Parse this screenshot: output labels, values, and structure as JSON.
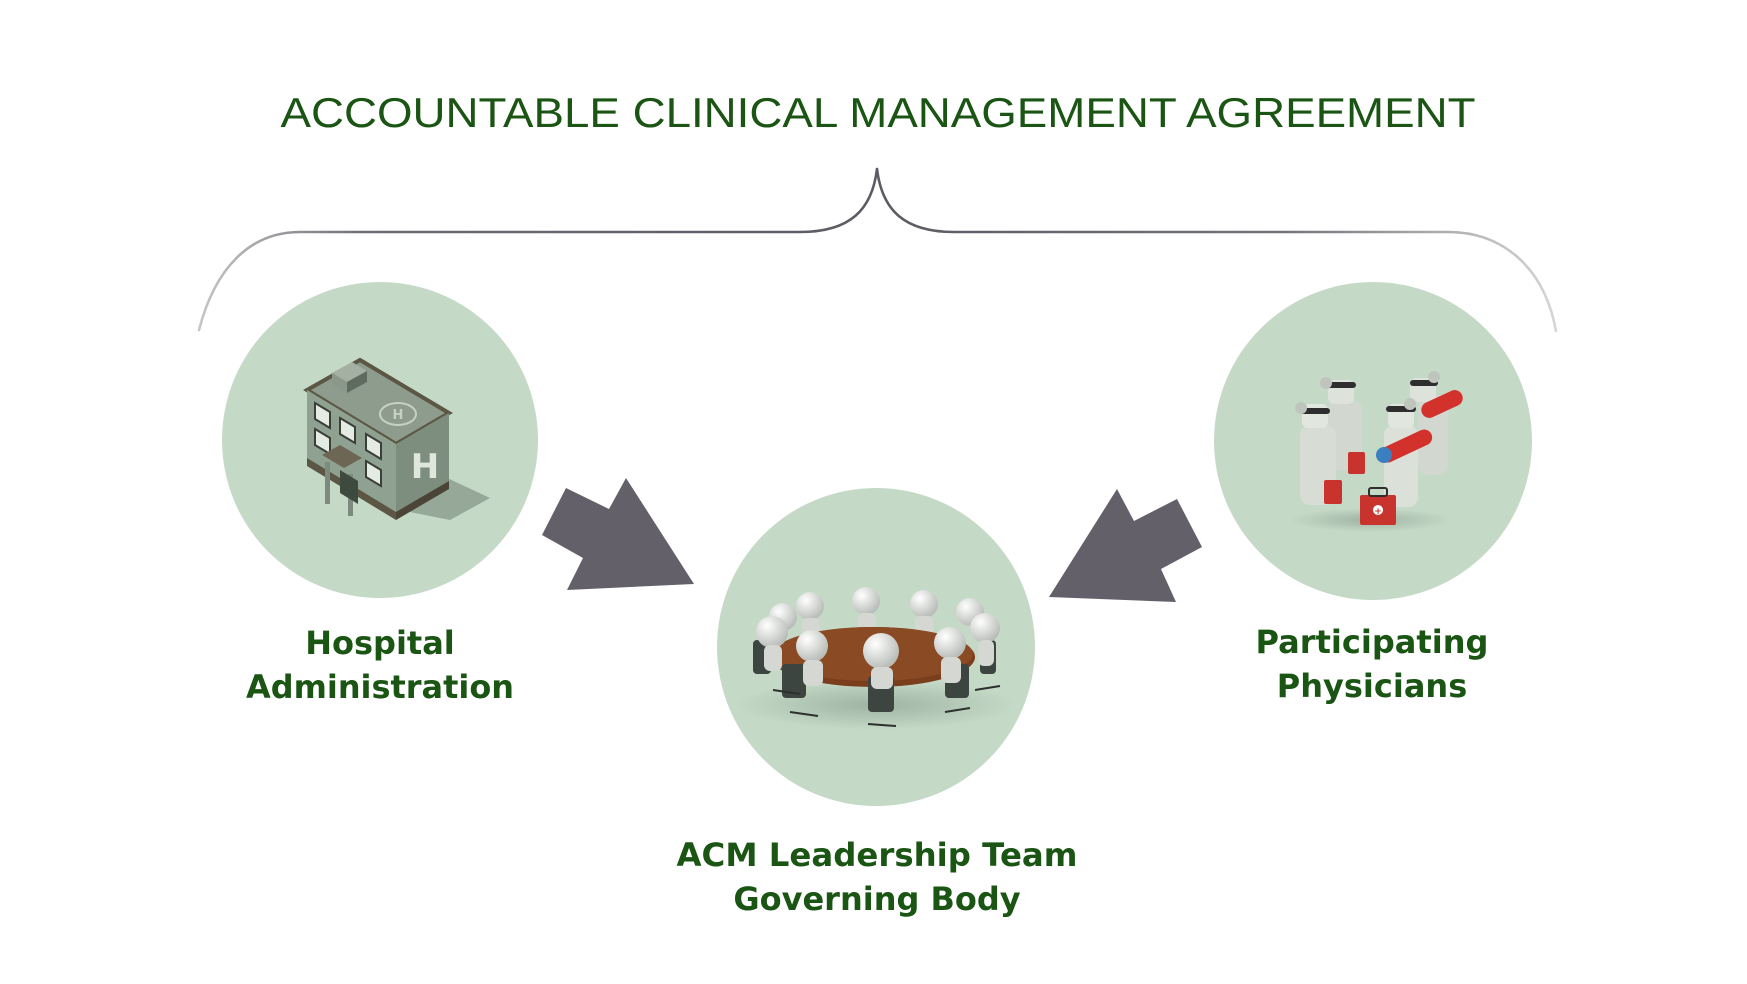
{
  "title": "ACCOUNTABLE CLINICAL MANAGEMENT AGREEMENT",
  "colors": {
    "title_text": "#1b5514",
    "label_text": "#1b5514",
    "circle_fill": "#c5d9c7",
    "arrow_fill": "#636069",
    "brace_stroke": "#5c5a62"
  },
  "nodes": [
    {
      "id": "hospital",
      "icon": "hospital-building-icon",
      "label_line1": "Hospital",
      "label_line2": "Administration"
    },
    {
      "id": "leadership",
      "icon": "meeting-table-icon",
      "label_line1": "ACM Leadership Team",
      "label_line2": "Governing Body"
    },
    {
      "id": "physicians",
      "icon": "doctors-group-icon",
      "label_line1": "Participating",
      "label_line2": "Physicians"
    }
  ],
  "arrows": [
    {
      "from": "hospital",
      "to": "leadership",
      "icon": "arrow-right-down-icon"
    },
    {
      "from": "physicians",
      "to": "leadership",
      "icon": "arrow-left-down-icon"
    }
  ]
}
